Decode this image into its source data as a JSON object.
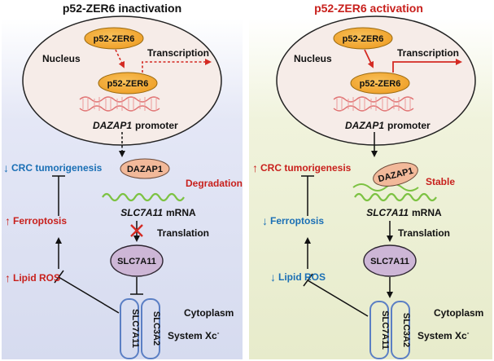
{
  "colors": {
    "left_bg": "#dfe3f3",
    "right_bg": "#eef1d8",
    "nucleus_fill": "#f6ece8",
    "protein_orange": "#f3a531",
    "dazap1_fill": "#f2b99a",
    "slc7a11_fill": "#cdb6d6",
    "mrna_green": "#7cc242",
    "dna_red": "#e07070",
    "red_text": "#c8201c",
    "blue_text": "#1a6fb5",
    "transporter_stroke": "#5b7fc4"
  },
  "icons": [
    "up-arrow-icon",
    "down-arrow-icon",
    "inhibition-bar-icon",
    "cross-mark-icon",
    "dna-helix-icon",
    "mrna-wave-icon"
  ],
  "left": {
    "title": "p52-ZER6 inactivation",
    "nucleus_label": "Nucleus",
    "protein_top": "p52-ZER6",
    "protein_bottom": "p52-ZER6",
    "transcription": "Transcription",
    "promoter_gene": "DAZAP1",
    "promoter_word": "promoter",
    "dazap1": "DAZAP1",
    "degradation": "Degradation",
    "mrna_gene": "SLC7A11",
    "mrna_word": "mRNA",
    "translation": "Translation",
    "slc7a11": "SLC7A11",
    "crc_arrow": "↓",
    "crc": "CRC tumorigenesis",
    "ferro_arrow": "↑",
    "ferro": "Ferroptosis",
    "ros_arrow": "↑",
    "ros": "Lipid ROS",
    "cytoplasm": "Cytoplasm",
    "t1": "SLC7A11",
    "t2": "SLC3A2",
    "system": "System Xc",
    "system_sup": "-"
  },
  "right": {
    "title": "p52-ZER6 activation",
    "nucleus_label": "Nucleus",
    "protein_top": "p52-ZER6",
    "protein_bottom": "p52-ZER6",
    "transcription": "Transcription",
    "promoter_gene": "DAZAP1",
    "promoter_word": "promoter",
    "dazap1": "DAZAP1",
    "stable": "Stable",
    "mrna_gene": "SLC7A11",
    "mrna_word": "mRNA",
    "translation": "Translation",
    "slc7a11": "SLC7A11",
    "crc_arrow": "↑",
    "crc": "CRC tumorigenesis",
    "ferro_arrow": "↓",
    "ferro": "Ferroptosis",
    "ros_arrow": "↓",
    "ros": "Lipid ROS",
    "cytoplasm": "Cytoplasm",
    "t1": "SLC7A11",
    "t2": "SLC3A2",
    "system": "System Xc",
    "system_sup": "-"
  }
}
